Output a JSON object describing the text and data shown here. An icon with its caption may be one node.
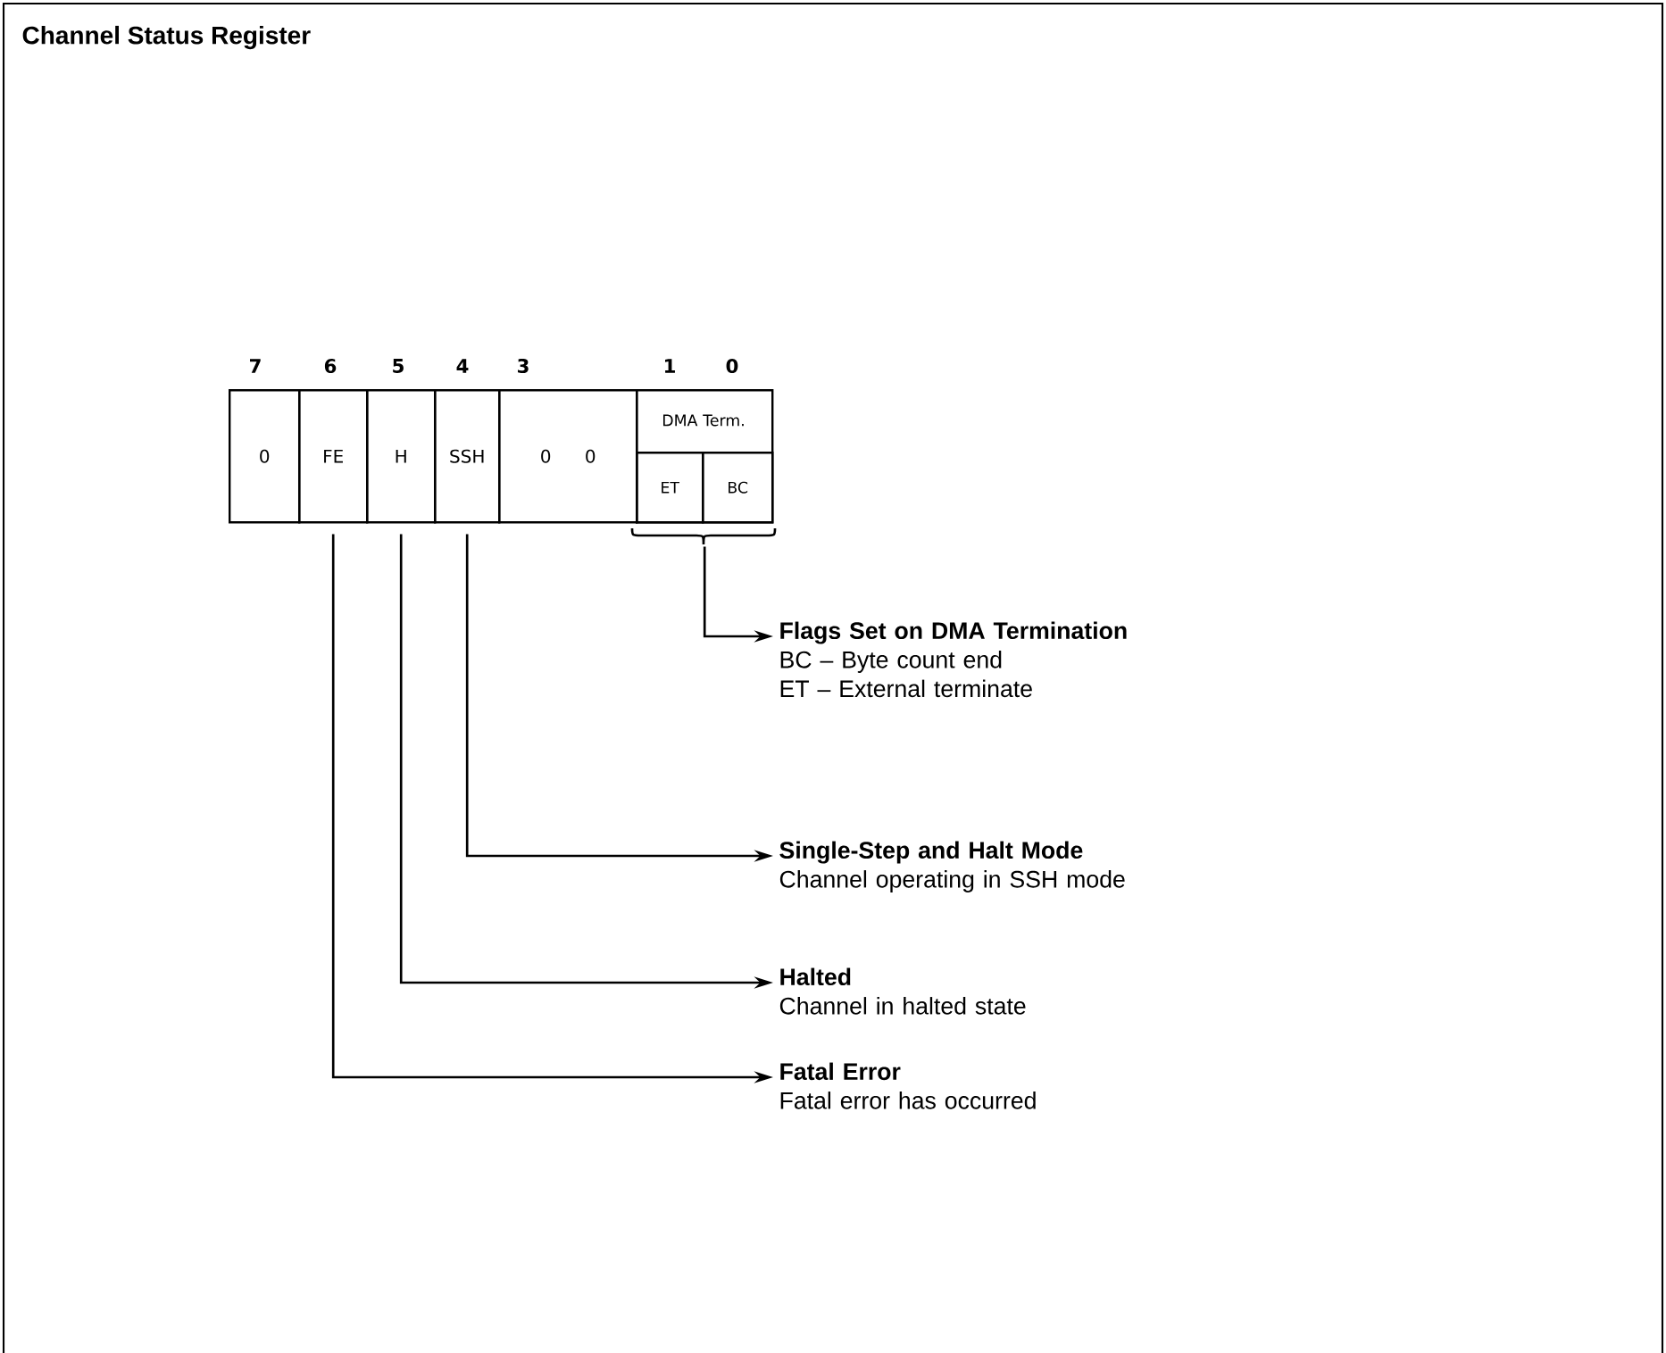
{
  "diagram": {
    "title": "Channel Status Register",
    "nodes": [
      {
        "text": [
          "0"
        ]
      },
      {
        "text": [
          "FE"
        ]
      },
      {
        "text": [
          "H"
        ]
      },
      {
        "text": [
          "SSH"
        ]
      },
      {
        "text": [
          "0",
          "0"
        ]
      },
      {
        "text": [
          "DMA Term."
        ]
      },
      {
        "text": [
          "ET"
        ],
        "in": 5
      },
      {
        "text": [
          "BC"
        ],
        "in": 5
      },
      {
        "text": [
          "Flags Set on DMA Termination",
          "BC – Byte count end",
          "ET – External terminate"
        ]
      },
      {
        "text": [
          "Single-Step and Halt Mode",
          "Channel operating in SSH mode"
        ]
      },
      {
        "text": [
          "Halted",
          "Channel in halted state"
        ]
      },
      {
        "text": [
          "Fatal Error",
          "Fatal error has occurred"
        ]
      }
    ],
    "edges": [
      {
        "from": 5,
        "to": 8,
        "arrow": "to"
      },
      {
        "from": 3,
        "to": 9,
        "arrow": "to"
      },
      {
        "from": 2,
        "to": 10,
        "arrow": "to"
      },
      {
        "from": 1,
        "to": 11,
        "arrow": "to"
      }
    ],
    "labels": [
      "7",
      "6",
      "5",
      "4",
      "3",
      "1",
      "0"
    ]
  }
}
